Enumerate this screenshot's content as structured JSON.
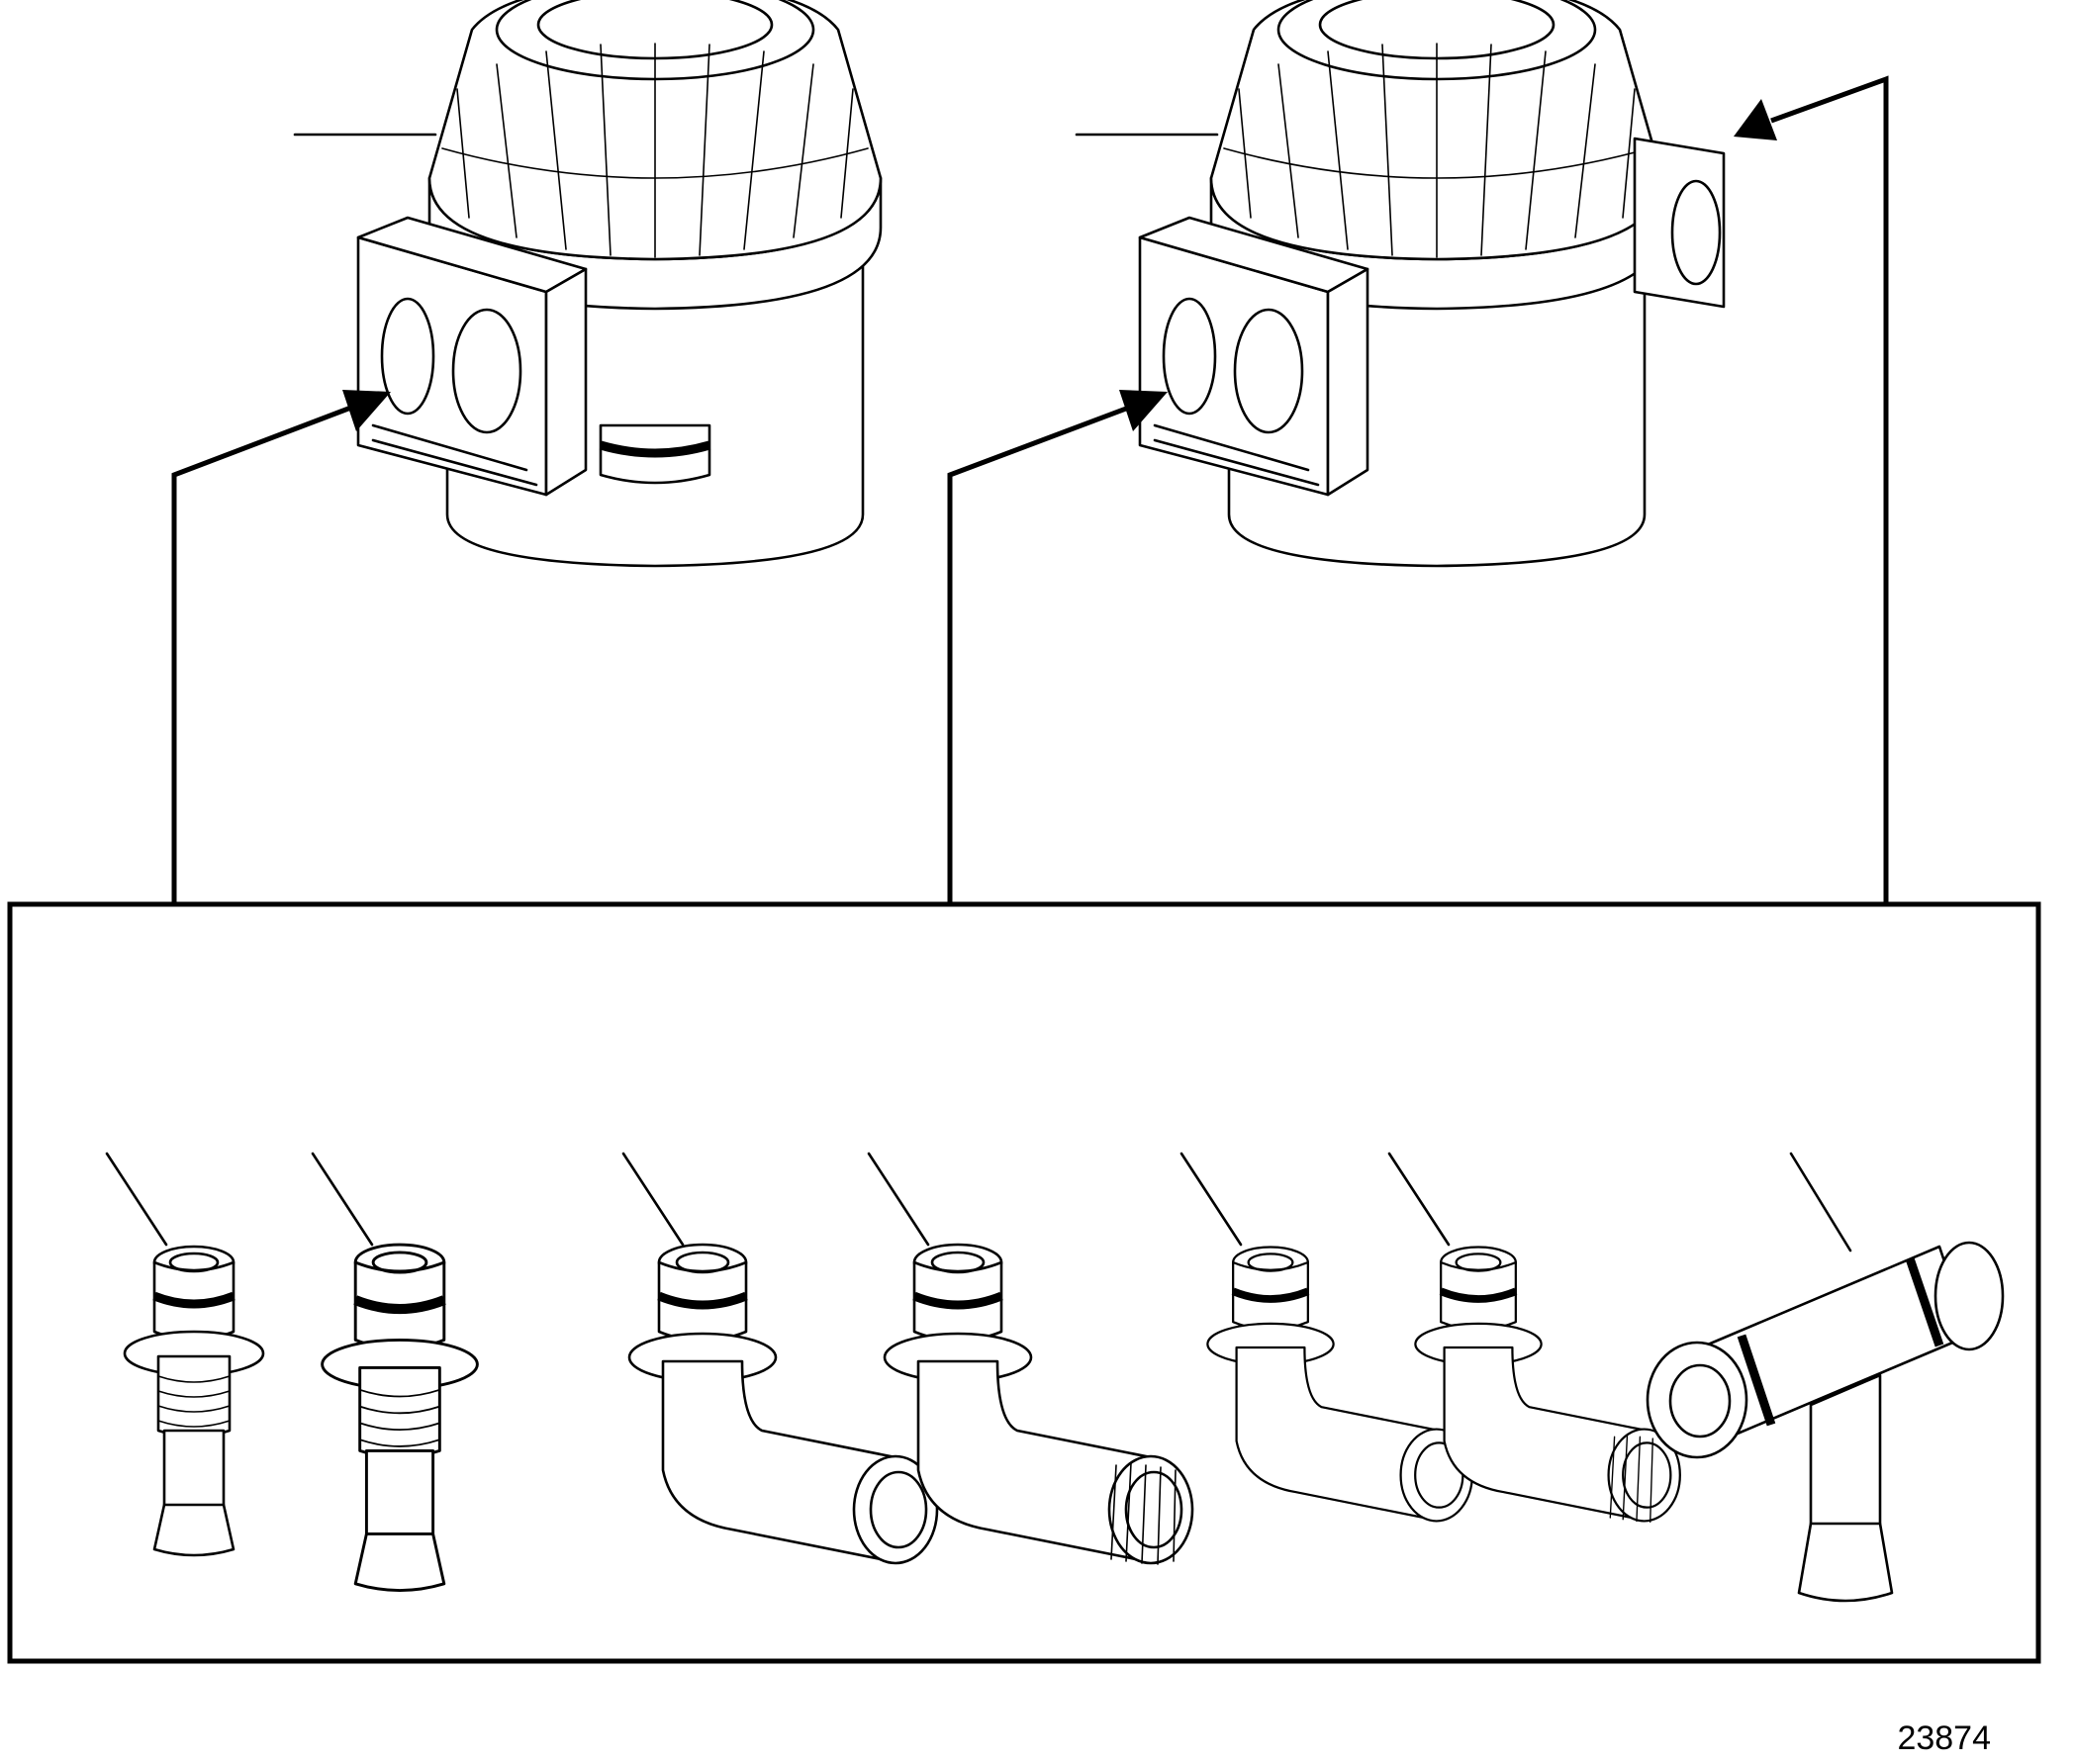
{
  "figure": {
    "number": "23874"
  },
  "parts": {
    "strainers": [
      {
        "id": "strainer-single-outlet",
        "icon": "strainer-icon"
      },
      {
        "id": "strainer-dual-outlet",
        "icon": "strainer-icon"
      }
    ],
    "fittings": [
      {
        "id": "straight-barb-small",
        "icon": "straight-fitting-icon"
      },
      {
        "id": "straight-barb-large",
        "icon": "straight-fitting-icon"
      },
      {
        "id": "elbow-barb-large",
        "icon": "elbow-fitting-icon"
      },
      {
        "id": "elbow-threaded-large",
        "icon": "elbow-fitting-icon"
      },
      {
        "id": "elbow-barb-small",
        "icon": "elbow-fitting-icon"
      },
      {
        "id": "elbow-threaded-small",
        "icon": "elbow-fitting-icon"
      },
      {
        "id": "tee-fitting",
        "icon": "tee-fitting-icon"
      }
    ]
  },
  "colors": {
    "line": "#000000",
    "background": "#ffffff"
  }
}
